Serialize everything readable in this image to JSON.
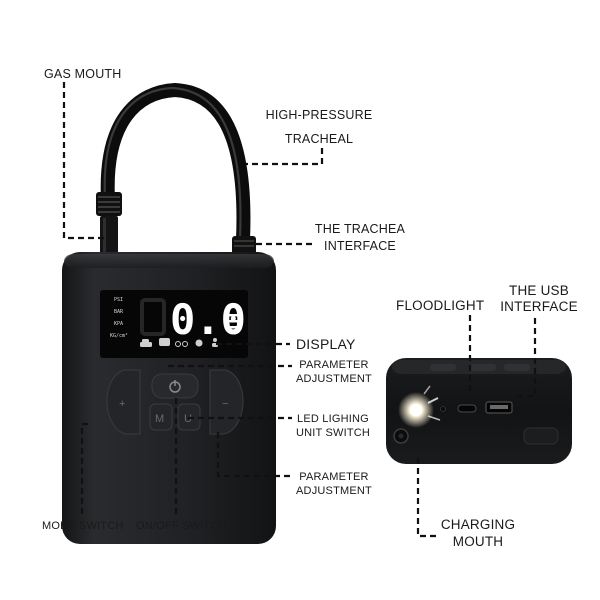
{
  "labels": {
    "gas_mouth": "GAS MOUTH",
    "high_pressure_1": "HIGH-PRESSURE",
    "high_pressure_2": "TRACHEAL",
    "trachea_interface_1": "THE TRACHEA",
    "trachea_interface_2": "INTERFACE",
    "display": "DISPLAY",
    "param_adj_top_1": "PARAMETER",
    "param_adj_top_2": "ADJUSTMENT",
    "led_switch_1": "LED LIGHING",
    "led_switch_2": "UNIT SWITCH",
    "param_adj_bottom_1": "PARAMETER",
    "param_adj_bottom_2": "ADJUSTMENT",
    "mode_switch": "MODE SWITCH",
    "on_off_switch": "ON/OFF SWITCH",
    "floodlight": "FLOODLIGHT",
    "usb_1": "THE USB",
    "usb_2": "INTERFACE",
    "charging_1": "CHARGING",
    "charging_2": "MOUTH"
  },
  "lcd": {
    "units": [
      "PSI",
      "BAR",
      "KPA",
      "KG/cm²"
    ],
    "reading": "0.0"
  },
  "buttons": {
    "plus": "+",
    "minus": "−",
    "mode": "M",
    "light": "U"
  },
  "colors": {
    "device_body": "#1e1f21",
    "lcd_bg": "#060606",
    "lcd_digits": "#ffffff",
    "led_glow": "#fff8e8",
    "leader_lines": "#111111"
  },
  "icons": [
    "power-icon",
    "car-icon",
    "motorcycle-icon",
    "bicycle-icon",
    "ball-icon",
    "person-icon"
  ]
}
